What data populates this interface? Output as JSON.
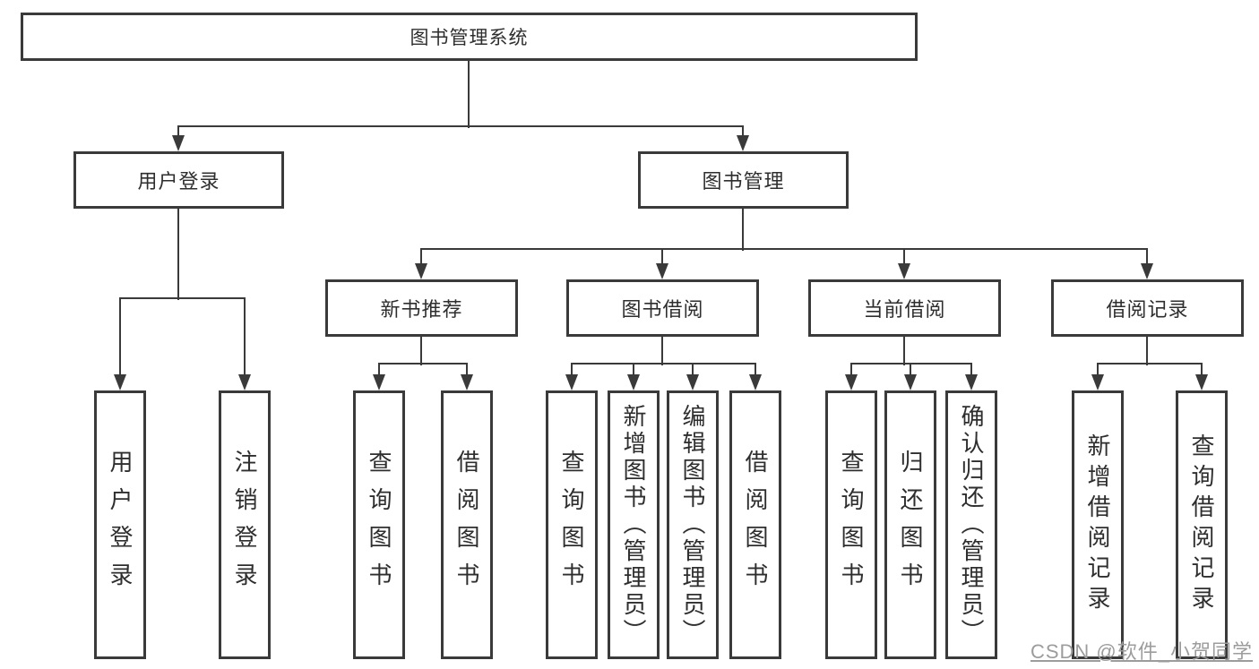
{
  "colors": {
    "line": "#3a3a3a",
    "text": "#2e2e2e",
    "background": "#ffffff",
    "watermark": "#9c9c9c"
  },
  "watermark": {
    "text": "CSDN @软件_小贺同学"
  },
  "diagram": {
    "root": {
      "label": "图书管理系统"
    },
    "level2": {
      "user_login": {
        "label": "用户登录"
      },
      "book_mgmt": {
        "label": "图书管理"
      }
    },
    "level3": {
      "new_books": {
        "label": "新书推荐"
      },
      "borrowing": {
        "label": "图书借阅"
      },
      "current": {
        "label": "当前借阅"
      },
      "records": {
        "label": "借阅记录"
      }
    },
    "leaves": {
      "user_login": [
        "用户登录",
        "注销登录"
      ],
      "new_books": [
        "查询图书",
        "借阅图书"
      ],
      "borrowing": [
        "查询图书",
        "新增图书（管理员）",
        "编辑图书（管理员）",
        "借阅图书"
      ],
      "current": [
        "查询图书",
        "归还图书",
        "确认归还（管理员）"
      ],
      "records": [
        "新增借阅记录",
        "查询借阅记录"
      ]
    }
  }
}
